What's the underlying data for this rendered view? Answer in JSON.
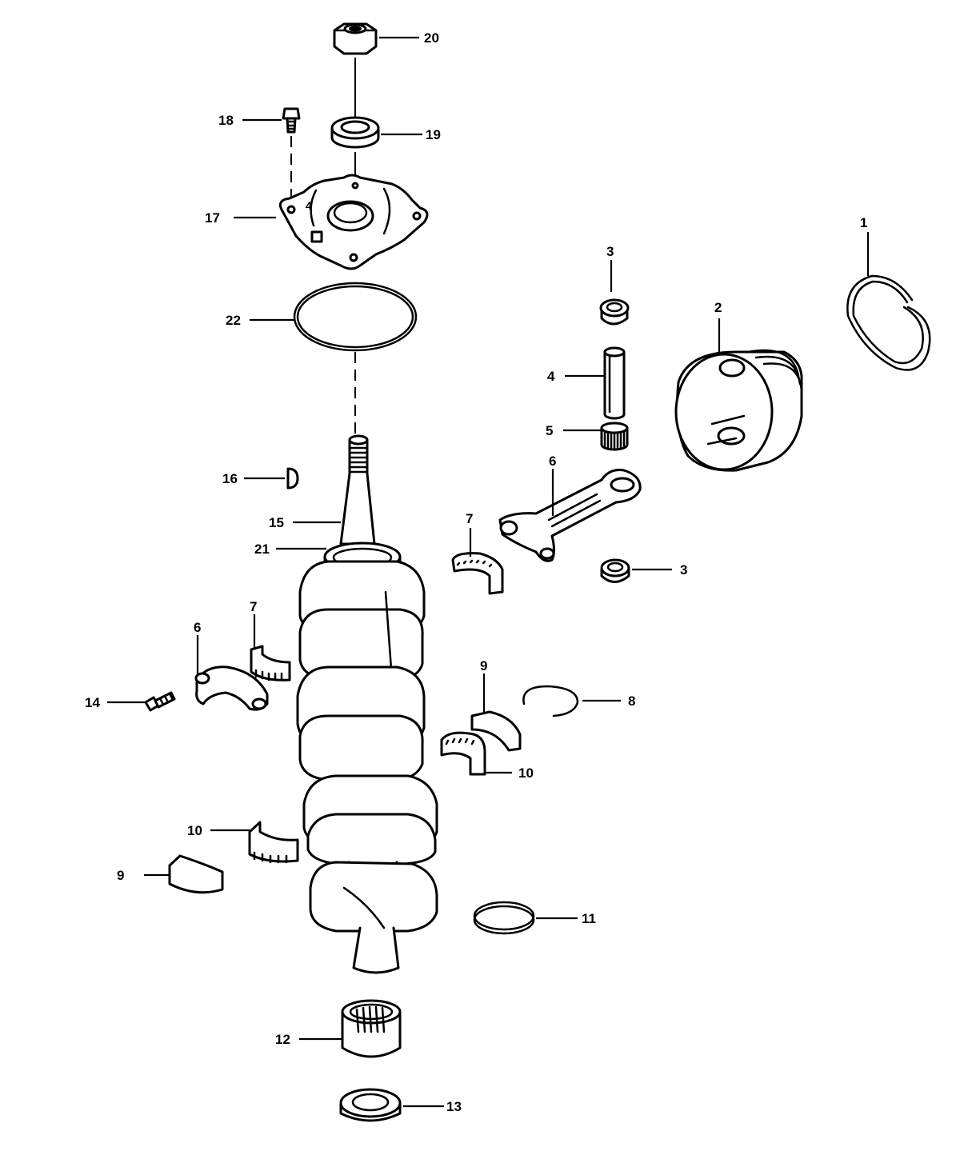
{
  "callouts": [
    {
      "id": "1",
      "label": "1"
    },
    {
      "id": "2",
      "label": "2"
    },
    {
      "id": "3a",
      "label": "3"
    },
    {
      "id": "3b",
      "label": "3"
    },
    {
      "id": "4",
      "label": "4"
    },
    {
      "id": "5",
      "label": "5"
    },
    {
      "id": "6a",
      "label": "6"
    },
    {
      "id": "6b",
      "label": "6"
    },
    {
      "id": "7a",
      "label": "7"
    },
    {
      "id": "7b",
      "label": "7"
    },
    {
      "id": "8",
      "label": "8"
    },
    {
      "id": "9a",
      "label": "9"
    },
    {
      "id": "9b",
      "label": "9"
    },
    {
      "id": "10a",
      "label": "10"
    },
    {
      "id": "10b",
      "label": "10"
    },
    {
      "id": "11",
      "label": "11"
    },
    {
      "id": "12",
      "label": "12"
    },
    {
      "id": "13",
      "label": "13"
    },
    {
      "id": "14",
      "label": "14"
    },
    {
      "id": "15",
      "label": "15"
    },
    {
      "id": "16",
      "label": "16"
    },
    {
      "id": "17",
      "label": "17"
    },
    {
      "id": "18",
      "label": "18"
    },
    {
      "id": "19",
      "label": "19"
    },
    {
      "id": "20",
      "label": "20"
    },
    {
      "id": "21",
      "label": "21"
    },
    {
      "id": "22",
      "label": "22"
    }
  ]
}
